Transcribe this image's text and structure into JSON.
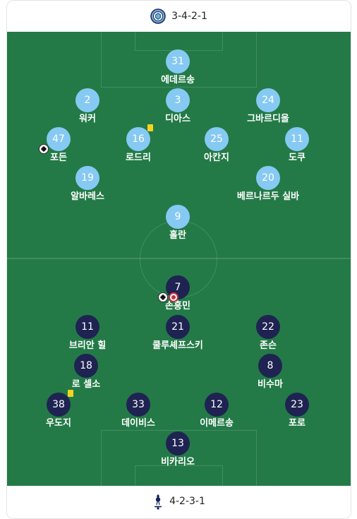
{
  "home": {
    "formation": "3-4-2-1",
    "crest_icon": "manchester-city-crest",
    "color": "#86c9f3",
    "players": [
      {
        "number": "31",
        "name": "에데르송"
      },
      {
        "number": "2",
        "name": "워커"
      },
      {
        "number": "3",
        "name": "디아스"
      },
      {
        "number": "24",
        "name": "그바르디올"
      },
      {
        "number": "47",
        "name": "포든",
        "goal": true
      },
      {
        "number": "16",
        "name": "로드리",
        "yellow_card": true
      },
      {
        "number": "25",
        "name": "아칸지"
      },
      {
        "number": "11",
        "name": "도쿠"
      },
      {
        "number": "19",
        "name": "알바레스"
      },
      {
        "number": "20",
        "name": "베르나르두 실바"
      },
      {
        "number": "9",
        "name": "홀란"
      }
    ]
  },
  "away": {
    "formation": "4-2-3-1",
    "crest_icon": "tottenham-crest",
    "color": "#1f2352",
    "players": [
      {
        "number": "7",
        "name": "손흥민",
        "goal": true,
        "substituted": true
      },
      {
        "number": "11",
        "name": "브리안 힐"
      },
      {
        "number": "21",
        "name": "쿨루셰프스키"
      },
      {
        "number": "22",
        "name": "존슨"
      },
      {
        "number": "18",
        "name": "로 셀소"
      },
      {
        "number": "8",
        "name": "비수마"
      },
      {
        "number": "38",
        "name": "우도지",
        "yellow_card": true
      },
      {
        "number": "33",
        "name": "데이비스"
      },
      {
        "number": "12",
        "name": "이메르송"
      },
      {
        "number": "23",
        "name": "포로"
      },
      {
        "number": "13",
        "name": "비카리오"
      }
    ]
  }
}
